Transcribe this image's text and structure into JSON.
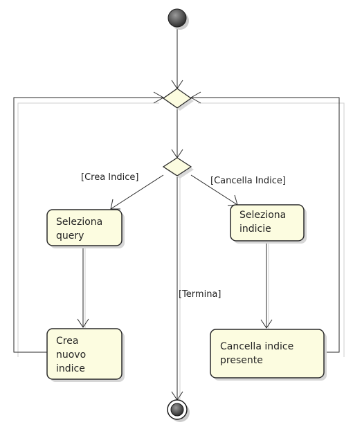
{
  "diagram": {
    "guards": {
      "crea_indice": "[Crea Indice]",
      "cancella_indice": "[Cancella Indice]",
      "termina": "[Termina]"
    },
    "actions": {
      "seleziona_query": [
        "Seleziona",
        "query"
      ],
      "seleziona_indicie": [
        "Seleziona",
        "indicie"
      ],
      "crea_nuovo_indice": [
        "Crea",
        "nuovo",
        "indice"
      ],
      "cancella_indice_presente": [
        "Cancella indice",
        "presente"
      ]
    },
    "colors": {
      "action_fill": "#fcfce0",
      "decision_fill": "#fcfce0",
      "stroke": "#2a2a2a",
      "shadow": "#d0d0d0"
    }
  }
}
